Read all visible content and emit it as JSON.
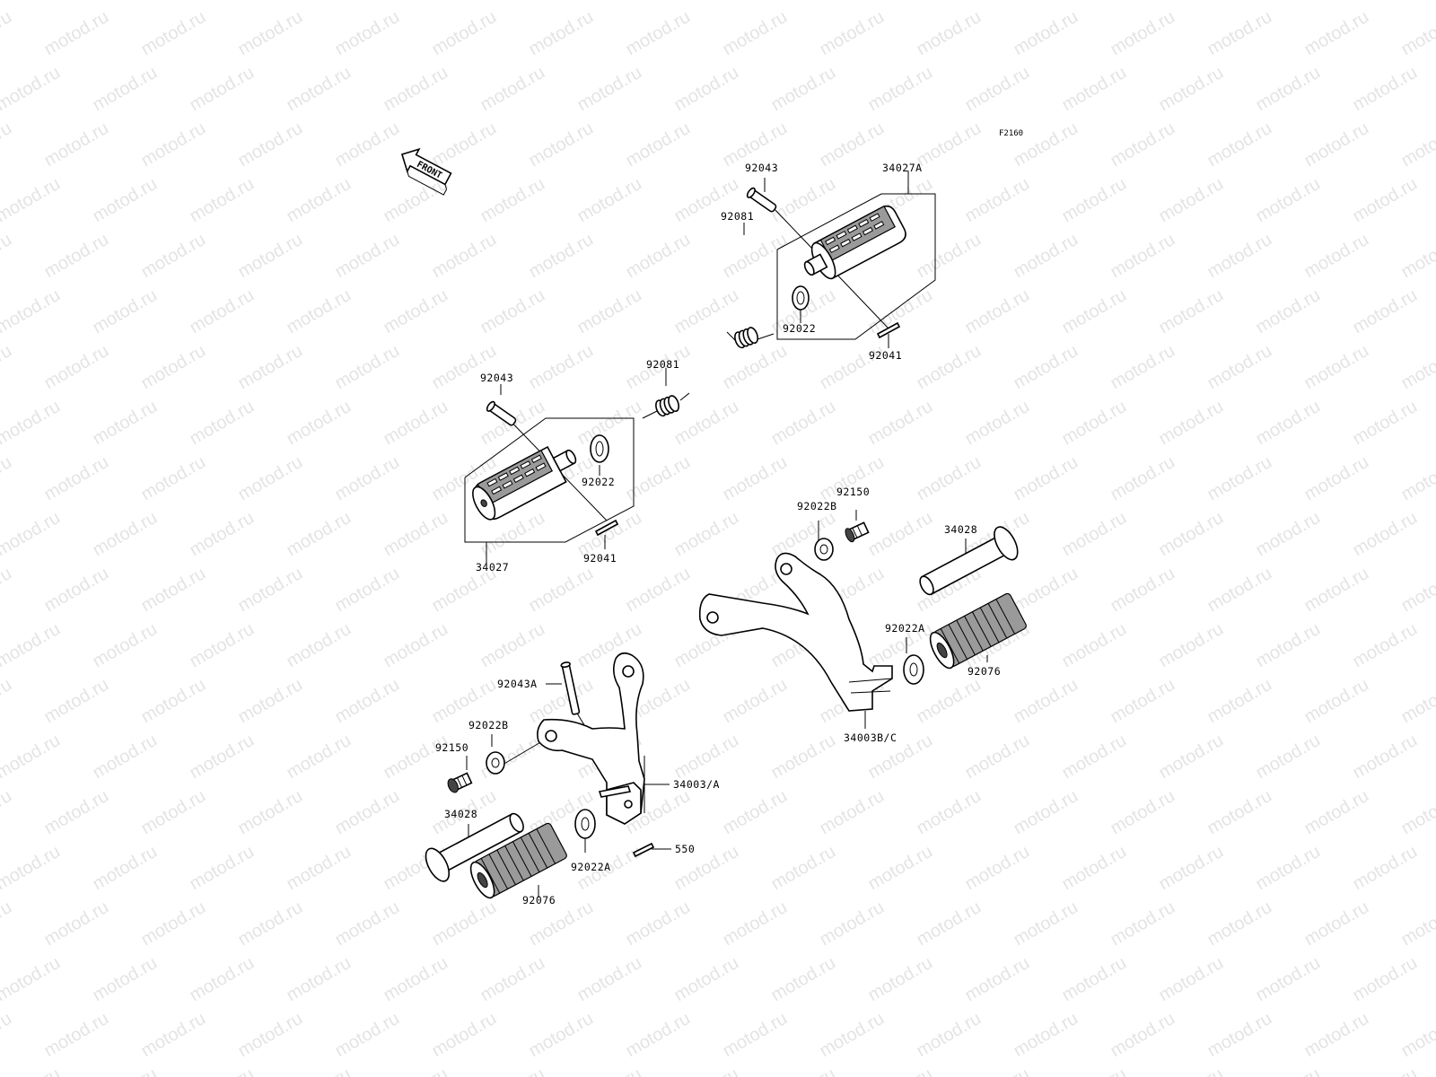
{
  "watermark_text": "motod.ru",
  "reference_code": "F2160",
  "front_label": "FRONT",
  "labels": [
    {
      "id": "92043-upper",
      "text": "92043"
    },
    {
      "id": "34027A",
      "text": "34027A"
    },
    {
      "id": "92081-upper",
      "text": "92081"
    },
    {
      "id": "92022-upper",
      "text": "92022"
    },
    {
      "id": "92041-upper",
      "text": "92041"
    },
    {
      "id": "92043-left",
      "text": "92043"
    },
    {
      "id": "92081-mid",
      "text": "92081"
    },
    {
      "id": "92022-left",
      "text": "92022"
    },
    {
      "id": "34027",
      "text": "34027"
    },
    {
      "id": "92041-left",
      "text": "92041"
    },
    {
      "id": "92022B-right",
      "text": "92022B"
    },
    {
      "id": "92150-right",
      "text": "92150"
    },
    {
      "id": "34028-right",
      "text": "34028"
    },
    {
      "id": "92022A-right",
      "text": "92022A"
    },
    {
      "id": "92076-right",
      "text": "92076"
    },
    {
      "id": "34003BC",
      "text": "34003B/C"
    },
    {
      "id": "92043A",
      "text": "92043A"
    },
    {
      "id": "92022B-left",
      "text": "92022B"
    },
    {
      "id": "92150-left",
      "text": "92150"
    },
    {
      "id": "34003A",
      "text": "34003/A"
    },
    {
      "id": "34028-left",
      "text": "34028"
    },
    {
      "id": "550",
      "text": "550"
    },
    {
      "id": "92022A-left",
      "text": "92022A"
    },
    {
      "id": "92076-left",
      "text": "92076"
    }
  ]
}
